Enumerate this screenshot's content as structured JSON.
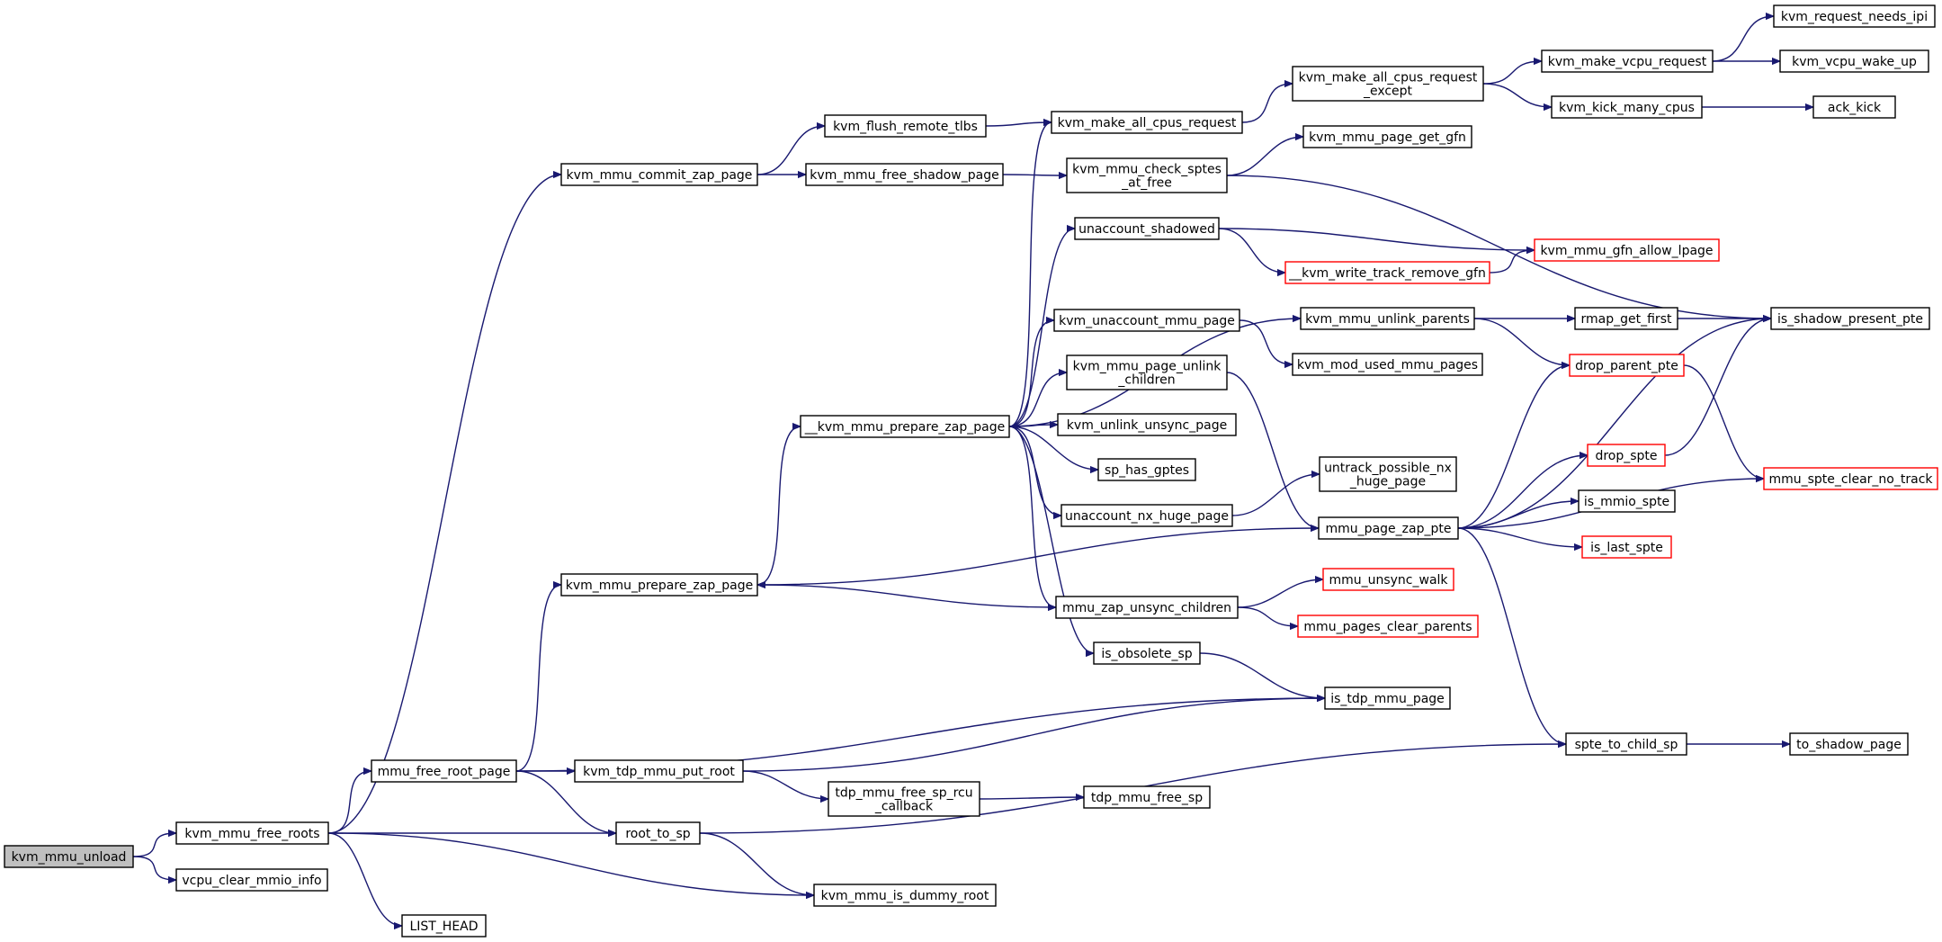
{
  "graph": {
    "colors": {
      "edge": "#191970",
      "root_fill": "#bfbfbf",
      "external_border": "#ff0000",
      "node_border": "#000000"
    },
    "nodes": {
      "kvm_mmu_unload": {
        "lines": [
          "kvm_mmu_unload"
        ],
        "root": true
      },
      "kvm_mmu_free_roots": {
        "lines": [
          "kvm_mmu_free_roots"
        ]
      },
      "vcpu_clear_mmio_info": {
        "lines": [
          "vcpu_clear_mmio_info"
        ]
      },
      "kvm_mmu_commit_zap_page": {
        "lines": [
          "kvm_mmu_commit_zap_page"
        ]
      },
      "mmu_free_root_page": {
        "lines": [
          "mmu_free_root_page"
        ]
      },
      "LIST_HEAD": {
        "lines": [
          "LIST_HEAD"
        ]
      },
      "kvm_mmu_prepare_zap_page": {
        "lines": [
          "kvm_mmu_prepare_zap_page"
        ]
      },
      "__kvm_mmu_prepare_zap_page": {
        "lines": [
          "__kvm_mmu_prepare_zap_page"
        ]
      },
      "kvm_flush_remote_tlbs": {
        "lines": [
          "kvm_flush_remote_tlbs"
        ]
      },
      "kvm_mmu_free_shadow_page": {
        "lines": [
          "kvm_mmu_free_shadow_page"
        ]
      },
      "kvm_tdp_mmu_put_root": {
        "lines": [
          "kvm_tdp_mmu_put_root"
        ]
      },
      "root_to_sp": {
        "lines": [
          "root_to_sp"
        ]
      },
      "tdp_mmu_free_sp_rcu_callback": {
        "lines": [
          "tdp_mmu_free_sp_rcu",
          "_callback"
        ]
      },
      "kvm_mmu_is_dummy_root": {
        "lines": [
          "kvm_mmu_is_dummy_root"
        ]
      },
      "kvm_make_all_cpus_request": {
        "lines": [
          "kvm_make_all_cpus_request"
        ]
      },
      "kvm_mmu_check_sptes_at_free": {
        "lines": [
          "kvm_mmu_check_sptes",
          "_at_free"
        ]
      },
      "unaccount_shadowed": {
        "lines": [
          "unaccount_shadowed"
        ]
      },
      "kvm_unaccount_mmu_page": {
        "lines": [
          "kvm_unaccount_mmu_page"
        ]
      },
      "kvm_mmu_page_unlink_children": {
        "lines": [
          "kvm_mmu_page_unlink",
          "_children"
        ]
      },
      "kvm_unlink_unsync_page": {
        "lines": [
          "kvm_unlink_unsync_page"
        ]
      },
      "sp_has_gptes": {
        "lines": [
          "sp_has_gptes"
        ]
      },
      "unaccount_nx_huge_page": {
        "lines": [
          "unaccount_nx_huge_page"
        ]
      },
      "mmu_zap_unsync_children": {
        "lines": [
          "mmu_zap_unsync_children"
        ]
      },
      "is_obsolete_sp": {
        "lines": [
          "is_obsolete_sp"
        ]
      },
      "tdp_mmu_free_sp": {
        "lines": [
          "tdp_mmu_free_sp"
        ]
      },
      "kvm_make_all_cpus_request_except": {
        "lines": [
          "kvm_make_all_cpus_request",
          "_except"
        ]
      },
      "kvm_mmu_page_get_gfn": {
        "lines": [
          "kvm_mmu_page_get_gfn"
        ]
      },
      "__kvm_write_track_remove_gfn": {
        "lines": [
          "__kvm_write_track_remove_gfn"
        ],
        "external": true
      },
      "kvm_mmu_unlink_parents": {
        "lines": [
          "kvm_mmu_unlink_parents"
        ]
      },
      "kvm_mod_used_mmu_pages": {
        "lines": [
          "kvm_mod_used_mmu_pages"
        ]
      },
      "untrack_possible_nx_huge_page": {
        "lines": [
          "untrack_possible_nx",
          "_huge_page"
        ]
      },
      "mmu_page_zap_pte": {
        "lines": [
          "mmu_page_zap_pte"
        ]
      },
      "mmu_unsync_walk": {
        "lines": [
          "mmu_unsync_walk"
        ],
        "external": true
      },
      "mmu_pages_clear_parents": {
        "lines": [
          "mmu_pages_clear_parents"
        ],
        "external": true
      },
      "is_tdp_mmu_page": {
        "lines": [
          "is_tdp_mmu_page"
        ]
      },
      "kvm_make_vcpu_request": {
        "lines": [
          "kvm_make_vcpu_request"
        ]
      },
      "kvm_kick_many_cpus": {
        "lines": [
          "kvm_kick_many_cpus"
        ]
      },
      "rmap_get_first": {
        "lines": [
          "rmap_get_first"
        ]
      },
      "drop_parent_pte": {
        "lines": [
          "drop_parent_pte"
        ],
        "external": true
      },
      "drop_spte": {
        "lines": [
          "drop_spte"
        ],
        "external": true
      },
      "is_mmio_spte": {
        "lines": [
          "is_mmio_spte"
        ]
      },
      "is_last_spte": {
        "lines": [
          "is_last_spte"
        ],
        "external": true
      },
      "spte_to_child_sp": {
        "lines": [
          "spte_to_child_sp"
        ]
      },
      "kvm_request_needs_ipi": {
        "lines": [
          "kvm_request_needs_ipi"
        ]
      },
      "kvm_vcpu_wake_up": {
        "lines": [
          "kvm_vcpu_wake_up"
        ]
      },
      "ack_kick": {
        "lines": [
          "ack_kick"
        ]
      },
      "kvm_mmu_gfn_allow_lpage": {
        "lines": [
          "kvm_mmu_gfn_allow_lpage"
        ],
        "external": true
      },
      "is_shadow_present_pte": {
        "lines": [
          "is_shadow_present_pte"
        ]
      },
      "mmu_spte_clear_no_track": {
        "lines": [
          "mmu_spte_clear_no_track"
        ],
        "external": true
      },
      "to_shadow_page": {
        "lines": [
          "to_shadow_page"
        ]
      }
    },
    "edges": [
      [
        "kvm_mmu_unload",
        "kvm_mmu_free_roots"
      ],
      [
        "kvm_mmu_unload",
        "vcpu_clear_mmio_info"
      ],
      [
        "kvm_mmu_free_roots",
        "kvm_mmu_commit_zap_page"
      ],
      [
        "kvm_mmu_free_roots",
        "mmu_free_root_page"
      ],
      [
        "kvm_mmu_free_roots",
        "root_to_sp"
      ],
      [
        "kvm_mmu_free_roots",
        "kvm_mmu_is_dummy_root"
      ],
      [
        "kvm_mmu_free_roots",
        "LIST_HEAD"
      ],
      [
        "kvm_mmu_commit_zap_page",
        "kvm_flush_remote_tlbs"
      ],
      [
        "kvm_mmu_commit_zap_page",
        "kvm_mmu_free_shadow_page"
      ],
      [
        "mmu_free_root_page",
        "kvm_mmu_prepare_zap_page"
      ],
      [
        "mmu_free_root_page",
        "kvm_tdp_mmu_put_root"
      ],
      [
        "mmu_free_root_page",
        "root_to_sp"
      ],
      [
        "mmu_free_root_page",
        "is_tdp_mmu_page"
      ],
      [
        "kvm_mmu_prepare_zap_page",
        "__kvm_mmu_prepare_zap_page"
      ],
      [
        "__kvm_mmu_prepare_zap_page",
        "kvm_make_all_cpus_request"
      ],
      [
        "__kvm_mmu_prepare_zap_page",
        "unaccount_shadowed"
      ],
      [
        "__kvm_mmu_prepare_zap_page",
        "kvm_mmu_unlink_parents"
      ],
      [
        "__kvm_mmu_prepare_zap_page",
        "kvm_unaccount_mmu_page"
      ],
      [
        "__kvm_mmu_prepare_zap_page",
        "kvm_mmu_page_unlink_children"
      ],
      [
        "__kvm_mmu_prepare_zap_page",
        "kvm_unlink_unsync_page"
      ],
      [
        "__kvm_mmu_prepare_zap_page",
        "sp_has_gptes"
      ],
      [
        "__kvm_mmu_prepare_zap_page",
        "unaccount_nx_huge_page"
      ],
      [
        "__kvm_mmu_prepare_zap_page",
        "mmu_zap_unsync_children"
      ],
      [
        "__kvm_mmu_prepare_zap_page",
        "is_obsolete_sp"
      ],
      [
        "kvm_flush_remote_tlbs",
        "kvm_make_all_cpus_request"
      ],
      [
        "kvm_mmu_free_shadow_page",
        "kvm_mmu_check_sptes_at_free"
      ],
      [
        "kvm_tdp_mmu_put_root",
        "is_tdp_mmu_page"
      ],
      [
        "kvm_tdp_mmu_put_root",
        "tdp_mmu_free_sp_rcu_callback"
      ],
      [
        "root_to_sp",
        "kvm_mmu_is_dummy_root"
      ],
      [
        "root_to_sp",
        "spte_to_child_sp"
      ],
      [
        "tdp_mmu_free_sp_rcu_callback",
        "tdp_mmu_free_sp"
      ],
      [
        "kvm_make_all_cpus_request",
        "kvm_make_all_cpus_request_except"
      ],
      [
        "kvm_make_all_cpus_request_except",
        "kvm_make_vcpu_request"
      ],
      [
        "kvm_make_all_cpus_request_except",
        "kvm_kick_many_cpus"
      ],
      [
        "kvm_make_vcpu_request",
        "kvm_request_needs_ipi"
      ],
      [
        "kvm_make_vcpu_request",
        "kvm_vcpu_wake_up"
      ],
      [
        "kvm_kick_many_cpus",
        "ack_kick"
      ],
      [
        "kvm_mmu_check_sptes_at_free",
        "kvm_mmu_page_get_gfn"
      ],
      [
        "kvm_mmu_check_sptes_at_free",
        "is_shadow_present_pte"
      ],
      [
        "unaccount_shadowed",
        "kvm_mmu_gfn_allow_lpage"
      ],
      [
        "unaccount_shadowed",
        "__kvm_write_track_remove_gfn"
      ],
      [
        "__kvm_write_track_remove_gfn",
        "kvm_mmu_gfn_allow_lpage"
      ],
      [
        "kvm_unaccount_mmu_page",
        "kvm_mod_used_mmu_pages"
      ],
      [
        "kvm_mmu_unlink_parents",
        "rmap_get_first"
      ],
      [
        "kvm_mmu_unlink_parents",
        "drop_parent_pte"
      ],
      [
        "rmap_get_first",
        "is_shadow_present_pte"
      ],
      [
        "kvm_mmu_page_unlink_children",
        "mmu_page_zap_pte"
      ],
      [
        "unaccount_nx_huge_page",
        "untrack_possible_nx_huge_page"
      ],
      [
        "mmu_page_zap_pte",
        "kvm_mmu_prepare_zap_page"
      ],
      [
        "mmu_page_zap_pte",
        "drop_parent_pte"
      ],
      [
        "mmu_page_zap_pte",
        "is_shadow_present_pte"
      ],
      [
        "mmu_page_zap_pte",
        "drop_spte"
      ],
      [
        "mmu_page_zap_pte",
        "is_mmio_spte"
      ],
      [
        "mmu_page_zap_pte",
        "is_last_spte"
      ],
      [
        "mmu_page_zap_pte",
        "mmu_spte_clear_no_track"
      ],
      [
        "mmu_page_zap_pte",
        "spte_to_child_sp"
      ],
      [
        "drop_parent_pte",
        "mmu_spte_clear_no_track"
      ],
      [
        "drop_spte",
        "is_shadow_present_pte"
      ],
      [
        "mmu_zap_unsync_children",
        "kvm_mmu_prepare_zap_page"
      ],
      [
        "mmu_zap_unsync_children",
        "mmu_unsync_walk"
      ],
      [
        "mmu_zap_unsync_children",
        "mmu_pages_clear_parents"
      ],
      [
        "is_obsolete_sp",
        "is_tdp_mmu_page"
      ],
      [
        "spte_to_child_sp",
        "to_shadow_page"
      ]
    ]
  }
}
